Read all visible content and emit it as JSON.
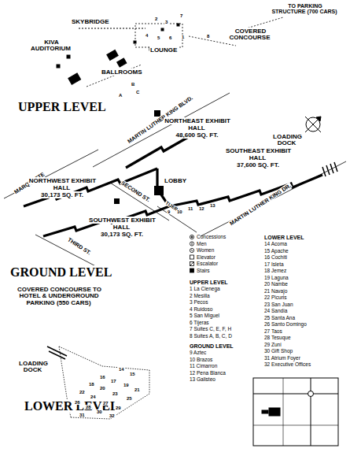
{
  "diagram": {
    "nodes": [
      {
        "text": [
          "NORTHEAST EXHIBIT HALL",
          "48,600 SQ. FT."
        ]
      },
      {
        "text": [
          "SOUTHEAST EXHIBIT HALL",
          "37,600 SQ. FT."
        ]
      },
      {
        "text": [
          "NORTHWEST EXHIBIT HALL",
          "30,173 SQ. FT."
        ]
      },
      {
        "text": [
          "LOBBY"
        ]
      },
      {
        "text": [
          "SOUTHWEST EXHIBIT HALL",
          "30,173 SQ. FT."
        ]
      }
    ],
    "labels": [
      "TO PARKING STRUCTURE (700 CARS)",
      "SKYBRIDGE",
      "2",
      "3",
      "7",
      "4",
      "5",
      "6",
      "1",
      "8",
      "KIVA AUDITORIUM",
      "LOUNGE",
      "COVERED CONCOURSE",
      "BALLROOMS",
      "A",
      "B",
      "C",
      "UPPER LEVEL",
      "MARTIN LUTHER KING BLVD.",
      "LOADING DOCK",
      "MARQUETTE",
      "SECOND ST.",
      "TIJERAS",
      "THIRD ST.",
      "MARTIN LUTHER KING DR.",
      "9",
      "10",
      "11",
      "12",
      "13",
      "GROUND LEVEL",
      "COVERED CONCOURSE TO HOTEL & UNDERGROUND PARKING (550 CARS)",
      "LOADING DOCK",
      "LOWER LEVEL",
      "14",
      "15",
      "16",
      "17",
      "18",
      "19",
      "20",
      "21",
      "22",
      "23",
      "24",
      "25",
      "26",
      "27",
      "28",
      "29",
      "30",
      "31",
      "32",
      "UPPER LEVEL",
      "1 La Cienega",
      "2 Mesilla",
      "3 Pecos",
      "4 Ruidoso",
      "5 San Miguel",
      "6 Tijeras",
      "7 Suites C, E, F, H",
      "8 Suites A, B, C, D",
      "GROUND LEVEL",
      "9 Aztec",
      "10 Brazos",
      "11 Cimarron",
      "12 Pena Blanca",
      "13 Galisteo",
      "LOWER LEVEL",
      "14 Acoma",
      "15 Apache",
      "16 Cochiti",
      "17 Isleta",
      "18 Jemez",
      "19 Laguna",
      "20 Nambe",
      "21 Navajo",
      "22 Picuris",
      "23 San Juan",
      "24 Sandia",
      "25 Santa Ana",
      "26 Santo Domingo",
      "27 Taos",
      "28 Tesuque",
      "29 Zuni",
      "30 Gift Shop",
      "31 Atrium Foyer",
      "32 Executive Offices"
    ],
    "legend": [
      {
        "text": "Concessions"
      },
      {
        "text": "Men"
      },
      {
        "text": "Women"
      },
      {
        "text": "Elevator"
      },
      {
        "text": "Escalator"
      },
      {
        "text": "Stairs"
      }
    ]
  }
}
